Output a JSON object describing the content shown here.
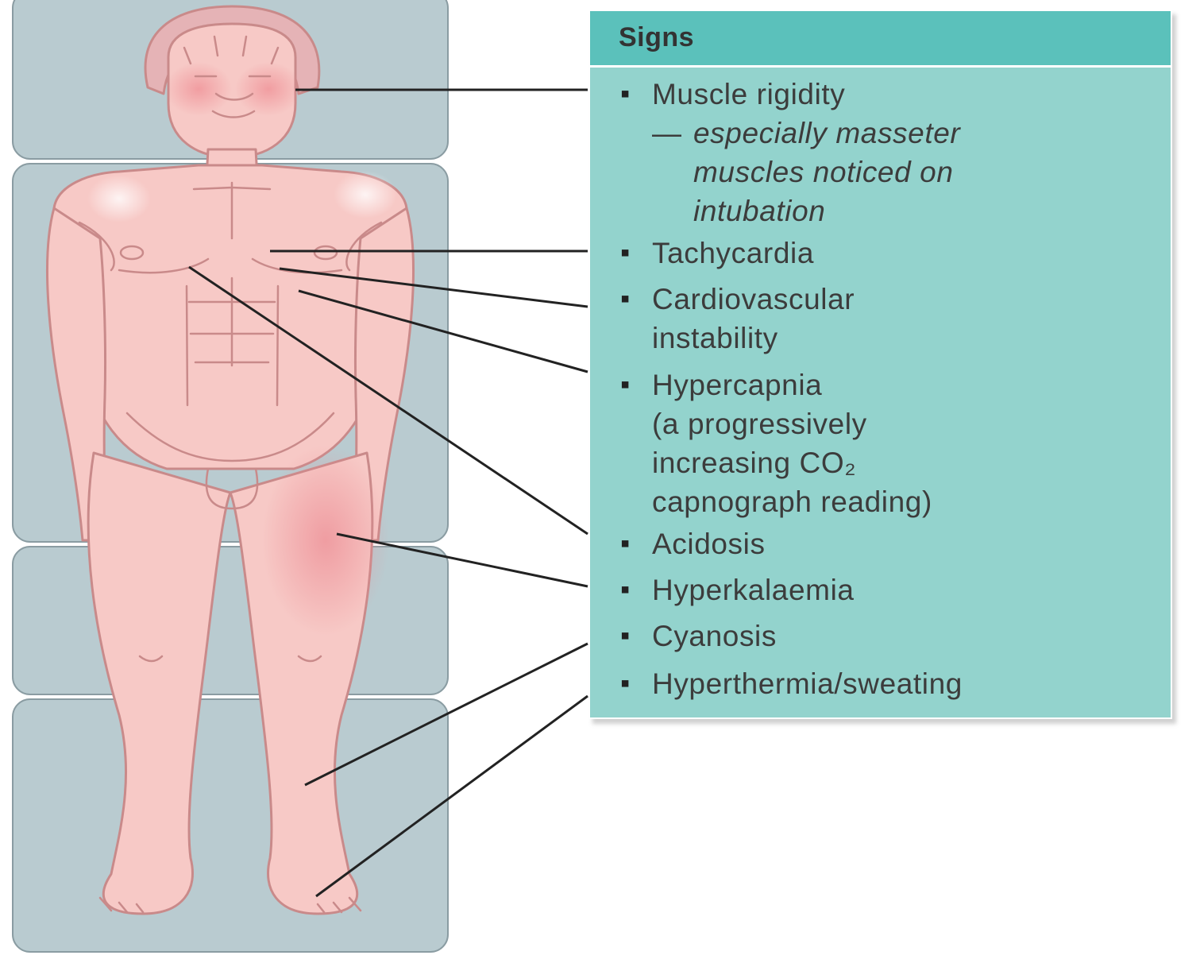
{
  "signs_title": "Signs",
  "signs": [
    {
      "label": "Muscle rigidity",
      "sub": [
        "especially masseter",
        "muscles noticed on",
        "intubation"
      ]
    },
    {
      "label": "Tachycardia"
    },
    {
      "label": "Cardiovascular",
      "cont": [
        "instability"
      ]
    },
    {
      "label": "Hypercapnia",
      "cont": [
        "(a progressively",
        "increasing CO₂",
        "capnograph reading)"
      ]
    },
    {
      "label": "Acidosis"
    },
    {
      "label": "Hyperkalaemia"
    },
    {
      "label": "Cyanosis"
    },
    {
      "label": "Hyperthermia/sweating"
    }
  ],
  "colors": {
    "header": "#5bc1bb",
    "box": "#93d3cd",
    "skin": "#f7c9c6",
    "skin_outline": "#c98a8a",
    "mattress": "#b9cbd0",
    "leader_line": "#222222"
  }
}
